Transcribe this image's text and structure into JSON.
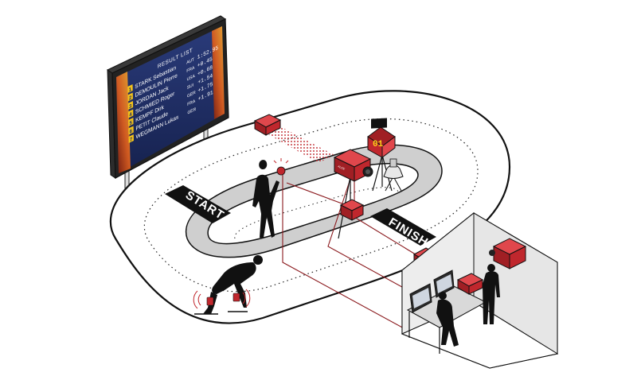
{
  "scoreboard": {
    "title": "RESULT LIST",
    "rows": [
      {
        "rank": "1",
        "name": "STARK Sebastian",
        "flag": "AUT",
        "time": "1:52.95"
      },
      {
        "rank": "2",
        "name": "DEMOULIN Pierre",
        "flag": "FRA",
        "time": "+0.45"
      },
      {
        "rank": "3",
        "name": "JORDAN Jack",
        "flag": "USA",
        "time": "+0.68"
      },
      {
        "rank": "4",
        "name": "SCHMIED Roger",
        "flag": "SUI",
        "time": "+1.54"
      },
      {
        "rank": "5",
        "name": "KEMPF Dirk",
        "flag": "GER",
        "time": "+1.75"
      },
      {
        "rank": "6",
        "name": "PETIT Claude",
        "flag": "FRA",
        "time": "+1.91"
      },
      {
        "rank": "7",
        "name": "WEGMANN Lukas",
        "flag": "GER",
        "time": ""
      }
    ],
    "colors": {
      "panel": "#1b2a63",
      "rank_badge": "#f2c21b",
      "flame": "#e0561a"
    }
  },
  "track": {
    "start_label": "START",
    "finish_label": "FINISH"
  },
  "timer_display": {
    "digits": "01"
  },
  "devices": {
    "brand": "ALGE",
    "accent_color": "#c0272d"
  },
  "icons": [
    "scoreboard-icon",
    "camera-icon",
    "photocell-icon",
    "speaker-icon",
    "transponder-icon",
    "laptop-icon",
    "printer-icon",
    "skater-icon",
    "starter-icon",
    "operator-icon"
  ]
}
